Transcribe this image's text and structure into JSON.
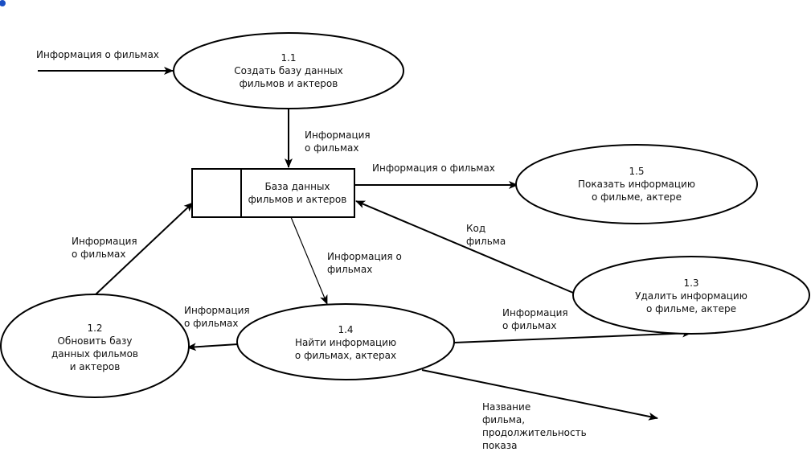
{
  "processes": {
    "p11": {
      "number": "1.1",
      "line1": "Создать базу данных",
      "line2": "фильмов и актеров"
    },
    "p12": {
      "number": "1.2",
      "line1": "Обновить базу",
      "line2": "данных фильмов",
      "line3": "и актеров"
    },
    "p13": {
      "number": "1.3",
      "line1": "Удалить информацию",
      "line2": "о фильме, актере"
    },
    "p14": {
      "number": "1.4",
      "line1": "Найти информацию",
      "line2": "о фильмах, актерах"
    },
    "p15": {
      "number": "1.5",
      "line1": "Показать информацию",
      "line2": "о фильме, актере"
    }
  },
  "datastore": {
    "line1": "База данных",
    "line2": "фильмов и актеров"
  },
  "flows": {
    "input": "Информация о фильмах",
    "p11_db": {
      "line1": "Информация",
      "line2": "о фильмах"
    },
    "db_p15": "Информация о фильмах",
    "p13_db": {
      "line1": "Код",
      "line2": "фильма"
    },
    "db_p14": {
      "line1": "Информация о",
      "line2": "фильмах"
    },
    "p12_db": {
      "line1": "Информация",
      "line2": "о фильмах"
    },
    "p14_p12": {
      "line1": "Информация",
      "line2": "о фильмах"
    },
    "p14_p13": {
      "line1": "Информация",
      "line2": "о фильмах"
    },
    "output": {
      "line1": "Название",
      "line2": "фильма,",
      "line3": "продолжительность",
      "line4": "показа"
    }
  },
  "icon": "app-logo-icon",
  "colors": {
    "stroke": "#000000",
    "icon": "#1a4fc4"
  }
}
